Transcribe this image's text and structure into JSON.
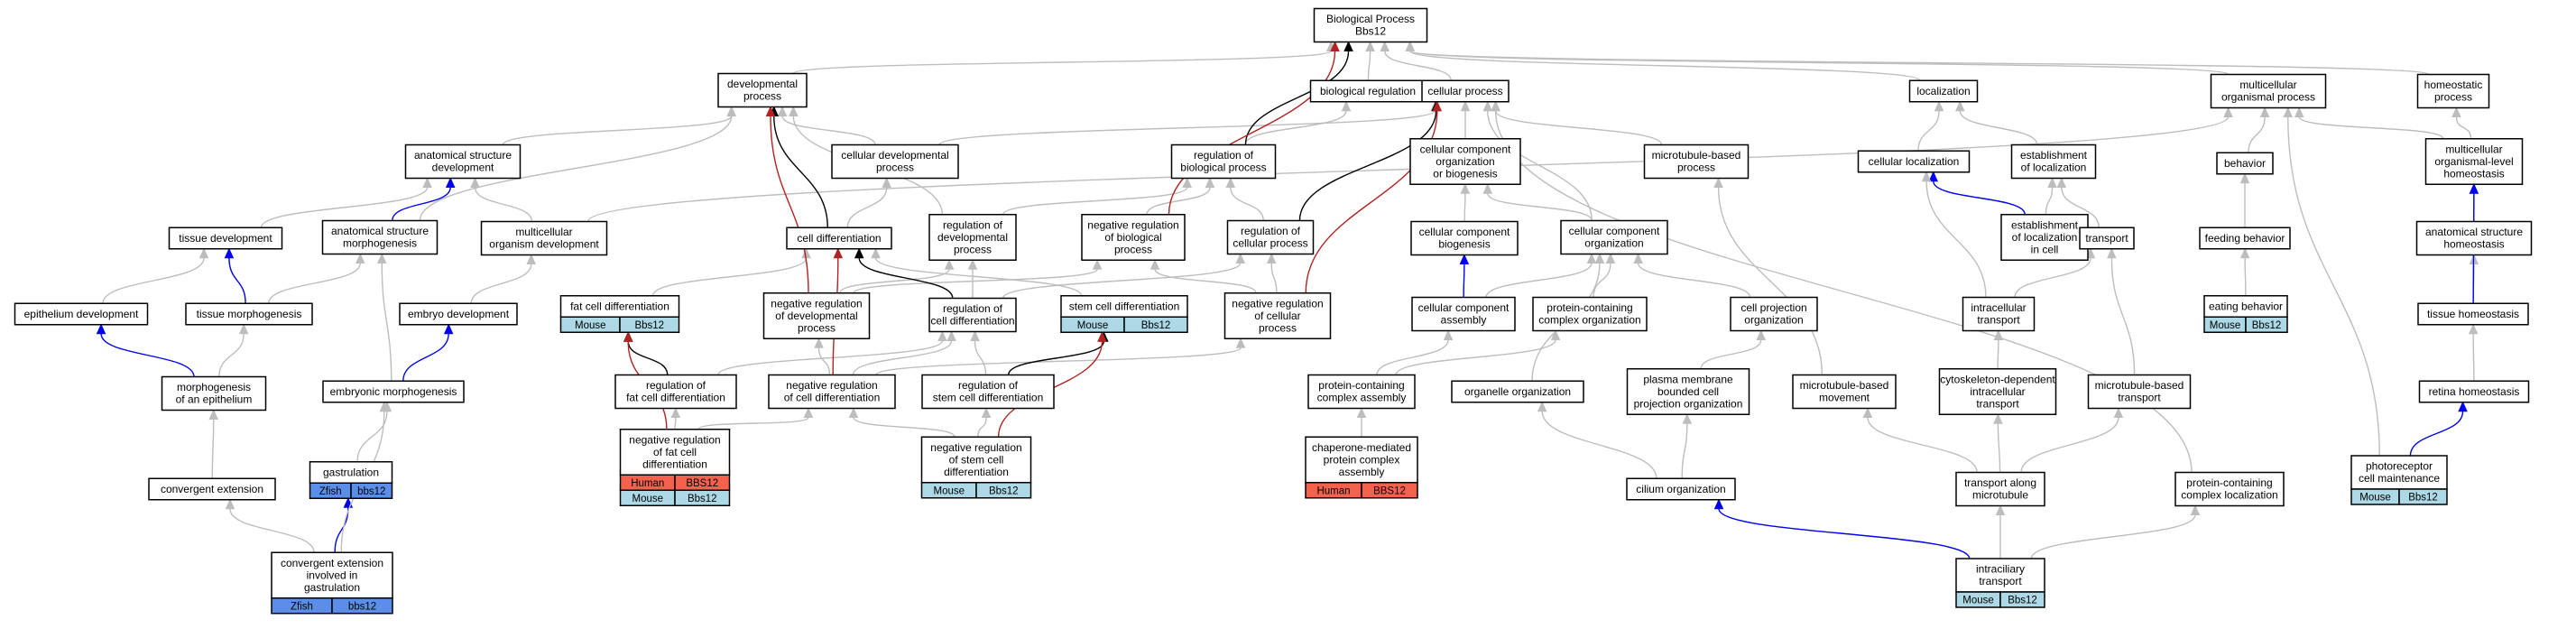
{
  "colors": {
    "gray": "#bdbdbd",
    "black": "#000000",
    "blue": "#0000ee",
    "red": "#b22222",
    "mouse": "#add8e6",
    "human": "#f4624e",
    "zfish": "#5a8ee8"
  },
  "nodes": [
    {
      "id": "bp",
      "lines": [
        "Biological Process",
        "Bbs12"
      ]
    },
    {
      "id": "dev",
      "lines": [
        "developmental",
        "process"
      ]
    },
    {
      "id": "bioreg",
      "lines": [
        "biological regulation"
      ]
    },
    {
      "id": "cellproc",
      "lines": [
        "cellular process"
      ]
    },
    {
      "id": "loc",
      "lines": [
        "localization"
      ]
    },
    {
      "id": "multi",
      "lines": [
        "multicellular",
        "organismal process"
      ]
    },
    {
      "id": "homeo",
      "lines": [
        "homeostatic",
        "process"
      ]
    },
    {
      "id": "asd",
      "lines": [
        "anatomical structure",
        "development"
      ]
    },
    {
      "id": "celldevproc",
      "lines": [
        "cellular developmental",
        "process"
      ]
    },
    {
      "id": "regbio",
      "lines": [
        "regulation of",
        "biological process"
      ]
    },
    {
      "id": "ccob",
      "lines": [
        "cellular component",
        "organization",
        "or biogenesis"
      ]
    },
    {
      "id": "mtproc",
      "lines": [
        "microtubule-based",
        "process"
      ]
    },
    {
      "id": "cellloc",
      "lines": [
        "cellular localization"
      ]
    },
    {
      "id": "estloc",
      "lines": [
        "establishment",
        "of localization"
      ]
    },
    {
      "id": "behavior",
      "lines": [
        "behavior"
      ]
    },
    {
      "id": "mohomeo",
      "lines": [
        "multicellular",
        "organismal-level",
        "homeostasis"
      ]
    },
    {
      "id": "tissuedev",
      "lines": [
        "tissue development"
      ]
    },
    {
      "id": "asm",
      "lines": [
        "anatomical structure",
        "morphogenesis"
      ]
    },
    {
      "id": "mod",
      "lines": [
        "multicellular",
        "organism development"
      ]
    },
    {
      "id": "celldiff",
      "lines": [
        "cell differentiation"
      ]
    },
    {
      "id": "regdev",
      "lines": [
        "regulation of",
        "developmental",
        "process"
      ]
    },
    {
      "id": "negregbio",
      "lines": [
        "negative regulation",
        "of biological",
        "process"
      ]
    },
    {
      "id": "regcell",
      "lines": [
        "regulation of",
        "cellular process"
      ]
    },
    {
      "id": "ccbio",
      "lines": [
        "cellular component",
        "biogenesis"
      ]
    },
    {
      "id": "ccorg",
      "lines": [
        "cellular component",
        "organization"
      ]
    },
    {
      "id": "estloccell",
      "lines": [
        "establishment",
        "of localization",
        "in cell"
      ]
    },
    {
      "id": "transport",
      "lines": [
        "transport"
      ]
    },
    {
      "id": "feeding",
      "lines": [
        "feeding behavior"
      ]
    },
    {
      "id": "ashomeo",
      "lines": [
        "anatomical structure",
        "homeostasis"
      ]
    },
    {
      "id": "epidev",
      "lines": [
        "epithelium development"
      ]
    },
    {
      "id": "tissuemorph",
      "lines": [
        "tissue morphogenesis"
      ]
    },
    {
      "id": "embdev",
      "lines": [
        "embryo development"
      ]
    },
    {
      "id": "fatdiff",
      "lines": [
        "fat cell differentiation"
      ],
      "tag": [
        "Mouse",
        "Bbs12"
      ],
      "tagColor": "mouse"
    },
    {
      "id": "negregdev",
      "lines": [
        "negative regulation",
        "of developmental",
        "process"
      ]
    },
    {
      "id": "regcelldiff",
      "lines": [
        "regulation of",
        "cell differentiation"
      ]
    },
    {
      "id": "stemdiff",
      "lines": [
        "stem cell differentiation"
      ],
      "tag": [
        "Mouse",
        "Bbs12"
      ],
      "tagColor": "mouse"
    },
    {
      "id": "negregcell",
      "lines": [
        "negative regulation",
        "of cellular",
        "process"
      ]
    },
    {
      "id": "ccassembly",
      "lines": [
        "cellular component",
        "assembly"
      ]
    },
    {
      "id": "pcco",
      "lines": [
        "protein-containing",
        "complex organization"
      ]
    },
    {
      "id": "cellproj",
      "lines": [
        "cell projection",
        "organization"
      ]
    },
    {
      "id": "intracell",
      "lines": [
        "intracellular",
        "transport"
      ]
    },
    {
      "id": "eating",
      "lines": [
        "eating behavior"
      ],
      "tag": [
        "Mouse",
        "Bbs12"
      ],
      "tagColor": "mouse"
    },
    {
      "id": "tissuehomeo",
      "lines": [
        "tissue homeostasis"
      ]
    },
    {
      "id": "morphepi",
      "lines": [
        "morphogenesis",
        "of an epithelium"
      ]
    },
    {
      "id": "embmorph",
      "lines": [
        "embryonic morphogenesis"
      ]
    },
    {
      "id": "regfat",
      "lines": [
        "regulation of",
        "fat cell differentiation"
      ]
    },
    {
      "id": "negregcelldiff",
      "lines": [
        "negative regulation",
        "of cell differentiation"
      ]
    },
    {
      "id": "regstem",
      "lines": [
        "regulation of",
        "stem cell differentiation"
      ]
    },
    {
      "id": "pcca",
      "lines": [
        "protein-containing",
        "complex assembly"
      ]
    },
    {
      "id": "organelle",
      "lines": [
        "organelle organization"
      ]
    },
    {
      "id": "pmbcpo",
      "lines": [
        "plasma membrane",
        "bounded cell",
        "projection organization"
      ]
    },
    {
      "id": "mtmove",
      "lines": [
        "microtubule-based",
        "movement"
      ]
    },
    {
      "id": "cdit",
      "lines": [
        "cytoskeleton-dependent",
        "intracellular",
        "transport"
      ]
    },
    {
      "id": "mttrans",
      "lines": [
        "microtubule-based",
        "transport"
      ]
    },
    {
      "id": "retina",
      "lines": [
        "retina homeostasis"
      ]
    },
    {
      "id": "convext",
      "lines": [
        "convergent extension"
      ]
    },
    {
      "id": "gastr",
      "lines": [
        "gastrulation"
      ],
      "tag": [
        "Zfish",
        "bbs12"
      ],
      "tagColor": "zfish"
    },
    {
      "id": "negregfat",
      "lines": [
        "negative regulation",
        "of fat cell",
        "differentiation"
      ],
      "tags": [
        {
          "labels": [
            "Human",
            "BBS12"
          ],
          "color": "human"
        },
        {
          "labels": [
            "Mouse",
            "Bbs12"
          ],
          "color": "mouse"
        }
      ]
    },
    {
      "id": "negregstem",
      "lines": [
        "negative regulation",
        "of stem cell",
        "differentiation"
      ],
      "tag": [
        "Mouse",
        "Bbs12"
      ],
      "tagColor": "mouse"
    },
    {
      "id": "chaperone",
      "lines": [
        "chaperone-mediated",
        "protein complex",
        "assembly"
      ],
      "tag": [
        "Human",
        "BBS12"
      ],
      "tagColor": "human"
    },
    {
      "id": "cilium",
      "lines": [
        "cilium organization"
      ]
    },
    {
      "id": "tam",
      "lines": [
        "transport along",
        "microtubule"
      ]
    },
    {
      "id": "pccl",
      "lines": [
        "protein-containing",
        "complex localization"
      ]
    },
    {
      "id": "photo",
      "lines": [
        "photoreceptor",
        "cell maintenance"
      ],
      "tag": [
        "Mouse",
        "Bbs12"
      ],
      "tagColor": "mouse"
    },
    {
      "id": "convextgastr",
      "lines": [
        "convergent extension",
        "involved in",
        "gastrulation"
      ],
      "tag": [
        "Zfish",
        "bbs12"
      ],
      "tagColor": "zfish"
    },
    {
      "id": "ift",
      "lines": [
        "intraciliary",
        "transport"
      ],
      "tag": [
        "Mouse",
        "Bbs12"
      ],
      "tagColor": "mouse"
    }
  ],
  "edges": [
    [
      "dev",
      "bp",
      "gray"
    ],
    [
      "bioreg",
      "bp",
      "gray"
    ],
    [
      "cellproc",
      "bp",
      "gray"
    ],
    [
      "loc",
      "bp",
      "gray"
    ],
    [
      "multi",
      "bp",
      "gray"
    ],
    [
      "homeo",
      "bp",
      "gray"
    ],
    [
      "asd",
      "dev",
      "gray"
    ],
    [
      "celldevproc",
      "dev",
      "gray"
    ],
    [
      "celldevproc",
      "cellproc",
      "gray"
    ],
    [
      "regbio",
      "bioreg",
      "gray"
    ],
    [
      "regbio",
      "bp",
      "black"
    ],
    [
      "ccob",
      "cellproc",
      "gray"
    ],
    [
      "mtproc",
      "cellproc",
      "gray"
    ],
    [
      "cellloc",
      "loc",
      "gray"
    ],
    [
      "estloc",
      "loc",
      "gray"
    ],
    [
      "behavior",
      "multi",
      "gray"
    ],
    [
      "mohomeo",
      "multi",
      "gray"
    ],
    [
      "mohomeo",
      "homeo",
      "gray"
    ],
    [
      "tissuedev",
      "asd",
      "gray"
    ],
    [
      "asm",
      "asd",
      "blue"
    ],
    [
      "asm",
      "dev",
      "gray"
    ],
    [
      "mod",
      "asd",
      "gray"
    ],
    [
      "mod",
      "multi",
      "gray"
    ],
    [
      "celldiff",
      "celldevproc",
      "gray"
    ],
    [
      "celldiff",
      "dev",
      "black"
    ],
    [
      "regdev",
      "regbio",
      "gray"
    ],
    [
      "regdev",
      "dev",
      "gray"
    ],
    [
      "negregbio",
      "regbio",
      "gray"
    ],
    [
      "negregbio",
      "bp",
      "red"
    ],
    [
      "regcell",
      "regbio",
      "gray"
    ],
    [
      "regcell",
      "cellproc",
      "black"
    ],
    [
      "ccbio",
      "ccob",
      "gray"
    ],
    [
      "ccorg",
      "ccob",
      "gray"
    ],
    [
      "ccorg",
      "cellproc",
      "gray"
    ],
    [
      "estloccell",
      "cellloc",
      "blue"
    ],
    [
      "estloccell",
      "estloc",
      "gray"
    ],
    [
      "transport",
      "estloc",
      "gray"
    ],
    [
      "feeding",
      "behavior",
      "gray"
    ],
    [
      "ashomeo",
      "mohomeo",
      "gray"
    ],
    [
      "epidev",
      "tissuedev",
      "gray"
    ],
    [
      "tissuemorph",
      "tissuedev",
      "blue"
    ],
    [
      "tissuemorph",
      "asm",
      "gray"
    ],
    [
      "embdev",
      "mod",
      "gray"
    ],
    [
      "fatdiff",
      "celldiff",
      "gray"
    ],
    [
      "negregdev",
      "regdev",
      "gray"
    ],
    [
      "negregdev",
      "dev",
      "red"
    ],
    [
      "negregdev",
      "negregbio",
      "gray"
    ],
    [
      "regcelldiff",
      "celldiff",
      "black"
    ],
    [
      "regcelldiff",
      "regdev",
      "gray"
    ],
    [
      "regcelldiff",
      "regcell",
      "gray"
    ],
    [
      "stemdiff",
      "celldiff",
      "gray"
    ],
    [
      "negregcell",
      "regcell",
      "gray"
    ],
    [
      "negregcell",
      "negregbio",
      "gray"
    ],
    [
      "negregcell",
      "cellproc",
      "red"
    ],
    [
      "ccassembly",
      "ccbio",
      "blue"
    ],
    [
      "ccassembly",
      "ccorg",
      "gray"
    ],
    [
      "pcco",
      "ccorg",
      "gray"
    ],
    [
      "cellproj",
      "ccorg",
      "gray"
    ],
    [
      "intracell",
      "cellloc",
      "gray"
    ],
    [
      "intracell",
      "transport",
      "gray"
    ],
    [
      "eating",
      "feeding",
      "gray"
    ],
    [
      "tissuehomeo",
      "ashomeo",
      "gray"
    ],
    [
      "tissuehomeo",
      "mohomeo",
      "blue"
    ],
    [
      "morphepi",
      "epidev",
      "blue"
    ],
    [
      "morphepi",
      "tissuemorph",
      "gray"
    ],
    [
      "embmorph",
      "asm",
      "gray"
    ],
    [
      "embmorph",
      "embdev",
      "blue"
    ],
    [
      "regfat",
      "fatdiff",
      "black"
    ],
    [
      "regfat",
      "regcelldiff",
      "gray"
    ],
    [
      "negregcelldiff",
      "regcelldiff",
      "gray"
    ],
    [
      "negregcelldiff",
      "negregdev",
      "gray"
    ],
    [
      "negregcelldiff",
      "negregcell",
      "gray"
    ],
    [
      "negregcelldiff",
      "celldiff",
      "red"
    ],
    [
      "regstem",
      "stemdiff",
      "black"
    ],
    [
      "regstem",
      "regcelldiff",
      "gray"
    ],
    [
      "pcca",
      "ccassembly",
      "gray"
    ],
    [
      "pcca",
      "pcco",
      "gray"
    ],
    [
      "organelle",
      "ccorg",
      "gray"
    ],
    [
      "pmbcpo",
      "cellproj",
      "gray"
    ],
    [
      "mtmove",
      "mtproc",
      "gray"
    ],
    [
      "cdit",
      "intracell",
      "gray"
    ],
    [
      "mttrans",
      "transport",
      "gray"
    ],
    [
      "retina",
      "tissuehomeo",
      "gray"
    ],
    [
      "convext",
      "morphepi",
      "gray"
    ],
    [
      "gastr",
      "embmorph",
      "gray"
    ],
    [
      "negregfat",
      "fatdiff",
      "red"
    ],
    [
      "negregfat",
      "regfat",
      "gray"
    ],
    [
      "negregfat",
      "negregcelldiff",
      "gray"
    ],
    [
      "negregstem",
      "stemdiff",
      "red"
    ],
    [
      "negregstem",
      "regstem",
      "gray"
    ],
    [
      "negregstem",
      "negregcelldiff",
      "gray"
    ],
    [
      "chaperone",
      "pcca",
      "gray"
    ],
    [
      "cilium",
      "organelle",
      "gray"
    ],
    [
      "cilium",
      "pmbcpo",
      "gray"
    ],
    [
      "tam",
      "mtmove",
      "gray"
    ],
    [
      "tam",
      "cdit",
      "gray"
    ],
    [
      "tam",
      "mttrans",
      "gray"
    ],
    [
      "pccl",
      "cellproc",
      "gray"
    ],
    [
      "photo",
      "retina",
      "blue"
    ],
    [
      "photo",
      "multi",
      "gray"
    ],
    [
      "convextgastr",
      "convext",
      "gray"
    ],
    [
      "convextgastr",
      "gastr",
      "blue"
    ],
    [
      "convextgastr",
      "embmorph",
      "gray"
    ],
    [
      "ift",
      "cilium",
      "blue"
    ],
    [
      "ift",
      "tam",
      "gray"
    ],
    [
      "ift",
      "pccl",
      "gray"
    ]
  ]
}
